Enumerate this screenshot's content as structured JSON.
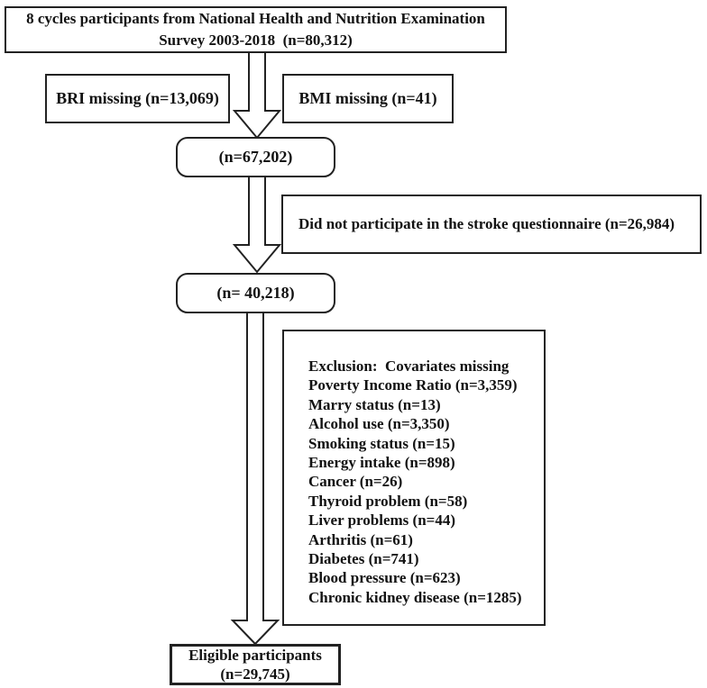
{
  "diagram": {
    "title_box": {
      "lines": [
        "8 cycles participants from National Health and Nutrition Examination",
        "Survey 2003-2018  (n=80,312)"
      ]
    },
    "bri_box": {
      "label": "BRI missing (n=13,069)"
    },
    "bmi_box": {
      "label": "BMI missing (n=41)"
    },
    "node_after_bri_bmi": {
      "label": "(n=67,202)"
    },
    "stroke_exclusion_box": {
      "label": "Did not participate in the stroke questionnaire (n=26,984)"
    },
    "node_after_stroke": {
      "label": "(n= 40,218)"
    },
    "covariates_box": {
      "lines": [
        "Exclusion:  Covariates missing",
        "Poverty Income Ratio (n=3,359)",
        "Marry status (n=13)",
        "Alcohol use (n=3,350)",
        "Smoking status (n=15)",
        "Energy intake (n=898)",
        "Cancer (n=26)",
        "Thyroid problem (n=58)",
        "Liver problems (n=44)",
        "Arthritis (n=61)",
        "Diabetes (n=741)",
        "Blood pressure (n=623)",
        "Chronic kidney disease (n=1285)"
      ]
    },
    "eligible_box": {
      "lines": [
        "Eligible participants",
        "(n=29,745)"
      ]
    },
    "colors": {
      "border": "#222222",
      "text": "#121212",
      "background": "#ffffff"
    }
  }
}
